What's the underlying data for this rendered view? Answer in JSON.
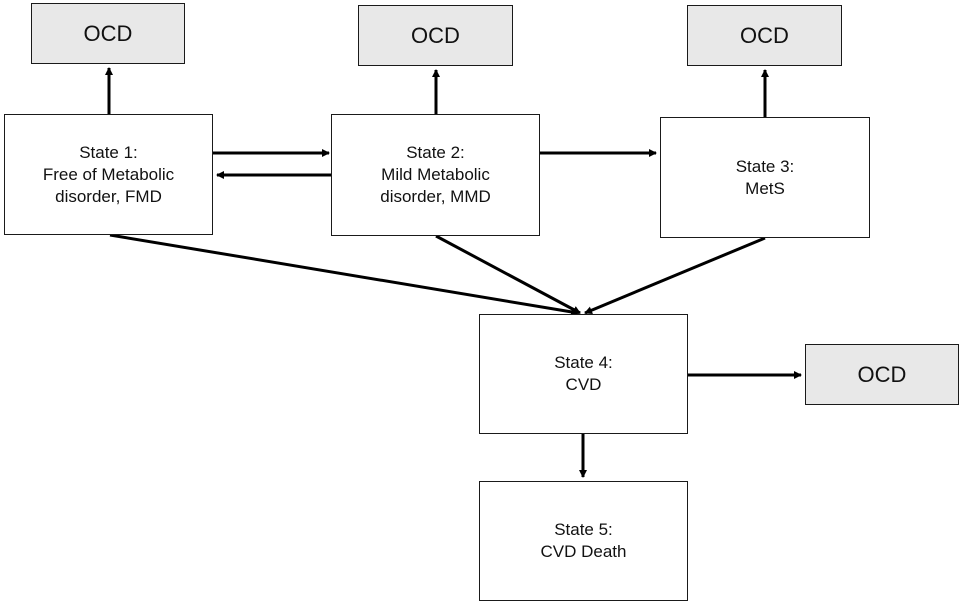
{
  "states": [
    {
      "id": "state1",
      "lines": [
        "State 1:",
        "Free of Metabolic",
        "disorder, FMD"
      ]
    },
    {
      "id": "state2",
      "lines": [
        "State 2:",
        "Mild Metabolic",
        "disorder, MMD"
      ]
    },
    {
      "id": "state3",
      "lines": [
        "State 3:",
        "MetS"
      ]
    },
    {
      "id": "state4",
      "lines": [
        "State 4:",
        "CVD"
      ]
    },
    {
      "id": "state5",
      "lines": [
        "State 5:",
        "CVD Death"
      ]
    }
  ],
  "ocd_boxes": [
    {
      "id": "ocd1",
      "label": "OCD"
    },
    {
      "id": "ocd2",
      "label": "OCD"
    },
    {
      "id": "ocd3",
      "label": "OCD"
    },
    {
      "id": "ocd4",
      "label": "OCD"
    }
  ],
  "edges": [
    {
      "from": "state1",
      "to": "ocd1"
    },
    {
      "from": "state2",
      "to": "ocd2"
    },
    {
      "from": "state3",
      "to": "ocd3"
    },
    {
      "from": "state4",
      "to": "ocd4"
    },
    {
      "from": "state1",
      "to": "state2"
    },
    {
      "from": "state2",
      "to": "state1"
    },
    {
      "from": "state2",
      "to": "state3"
    },
    {
      "from": "state1",
      "to": "state4"
    },
    {
      "from": "state2",
      "to": "state4"
    },
    {
      "from": "state3",
      "to": "state4"
    },
    {
      "from": "state4",
      "to": "state5"
    }
  ],
  "colors": {
    "ocd_fill": "#e8e8e8",
    "state_fill": "#ffffff",
    "stroke": "#1a1a1a"
  }
}
